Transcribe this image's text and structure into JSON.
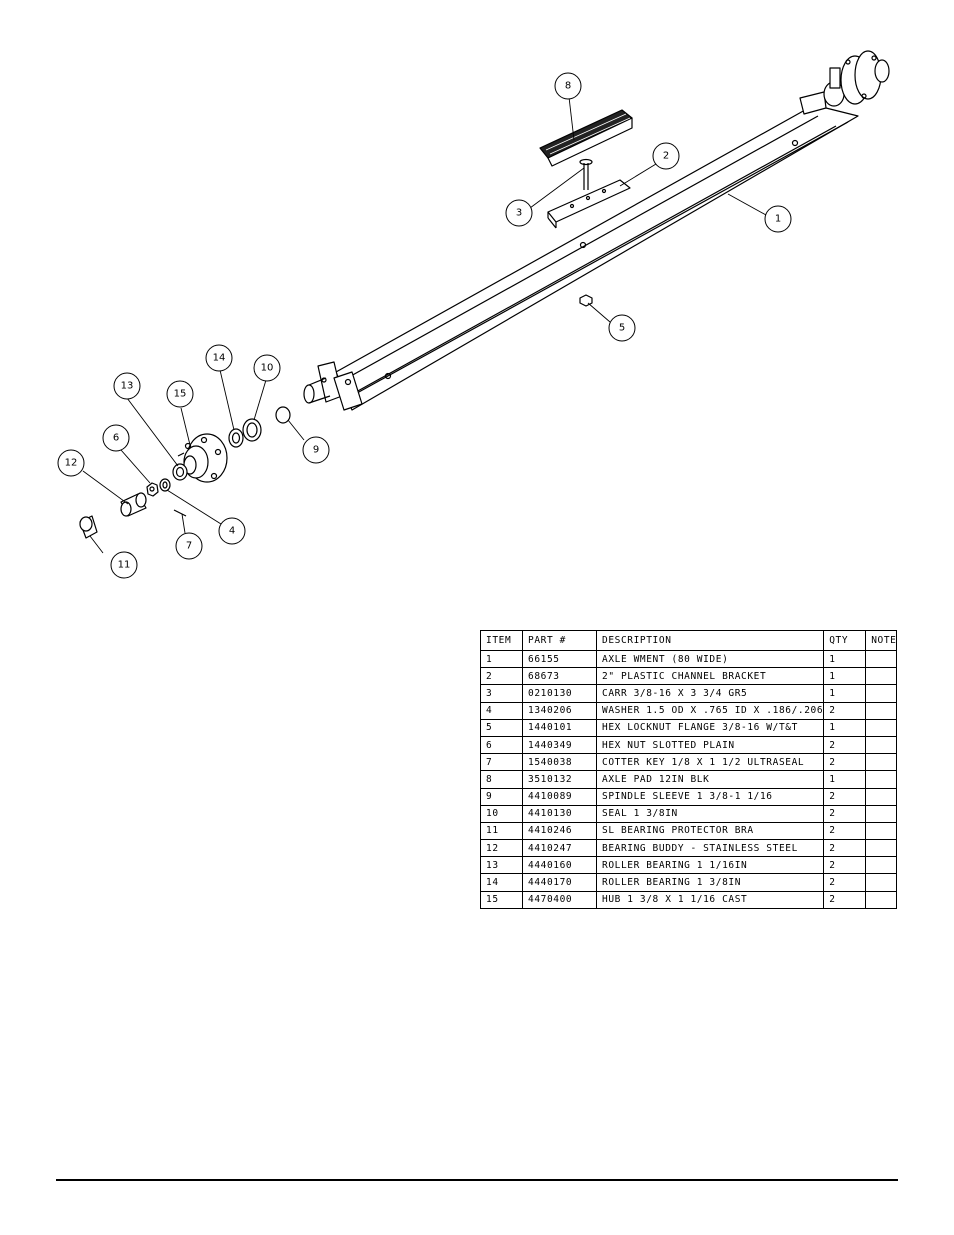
{
  "callouts": [
    "1",
    "2",
    "3",
    "4",
    "5",
    "6",
    "7",
    "8",
    "9",
    "10",
    "11",
    "12",
    "13",
    "14",
    "15"
  ],
  "bom": {
    "headers": {
      "item": "ITEM",
      "part": "PART #",
      "description": "DESCRIPTION",
      "qty": "QTY",
      "note": "NOTE"
    },
    "rows": [
      {
        "item": "1",
        "part": "66155",
        "description": "AXLE WMENT (80 WIDE)",
        "qty": "1",
        "note": ""
      },
      {
        "item": "2",
        "part": "68673",
        "description": "2\" PLASTIC CHANNEL BRACKET",
        "qty": "1",
        "note": ""
      },
      {
        "item": "3",
        "part": "0210130",
        "description": "CARR 3/8-16 X 3 3/4 GR5",
        "qty": "1",
        "note": ""
      },
      {
        "item": "4",
        "part": "1340206",
        "description": "WASHER 1.5 OD X .765 ID X .186/.206",
        "qty": "2",
        "note": ""
      },
      {
        "item": "5",
        "part": "1440101",
        "description": "HEX LOCKNUT FLANGE 3/8-16 W/T&T",
        "qty": "1",
        "note": ""
      },
      {
        "item": "6",
        "part": "1440349",
        "description": "HEX NUT SLOTTED PLAIN",
        "qty": "2",
        "note": ""
      },
      {
        "item": "7",
        "part": "1540038",
        "description": "COTTER KEY 1/8 X 1 1/2 ULTRASEAL",
        "qty": "2",
        "note": ""
      },
      {
        "item": "8",
        "part": "3510132",
        "description": "AXLE PAD 12IN  BLK",
        "qty": "1",
        "note": ""
      },
      {
        "item": "9",
        "part": "4410089",
        "description": "SPINDLE SLEEVE  1 3/8-1 1/16",
        "qty": "2",
        "note": ""
      },
      {
        "item": "10",
        "part": "4410130",
        "description": "SEAL  1 3/8IN",
        "qty": "2",
        "note": ""
      },
      {
        "item": "11",
        "part": "4410246",
        "description": "SL BEARING PROTECTOR BRA",
        "qty": "2",
        "note": ""
      },
      {
        "item": "12",
        "part": "4410247",
        "description": "BEARING BUDDY - STAINLESS STEEL",
        "qty": "2",
        "note": ""
      },
      {
        "item": "13",
        "part": "4440160",
        "description": "ROLLER BEARING   1 1/16IN",
        "qty": "2",
        "note": ""
      },
      {
        "item": "14",
        "part": "4440170",
        "description": "ROLLER BEARING   1 3/8IN",
        "qty": "2",
        "note": ""
      },
      {
        "item": "15",
        "part": "4470400",
        "description": "HUB   1 3/8 X 1 1/16 CAST",
        "qty": "2",
        "note": ""
      }
    ]
  }
}
